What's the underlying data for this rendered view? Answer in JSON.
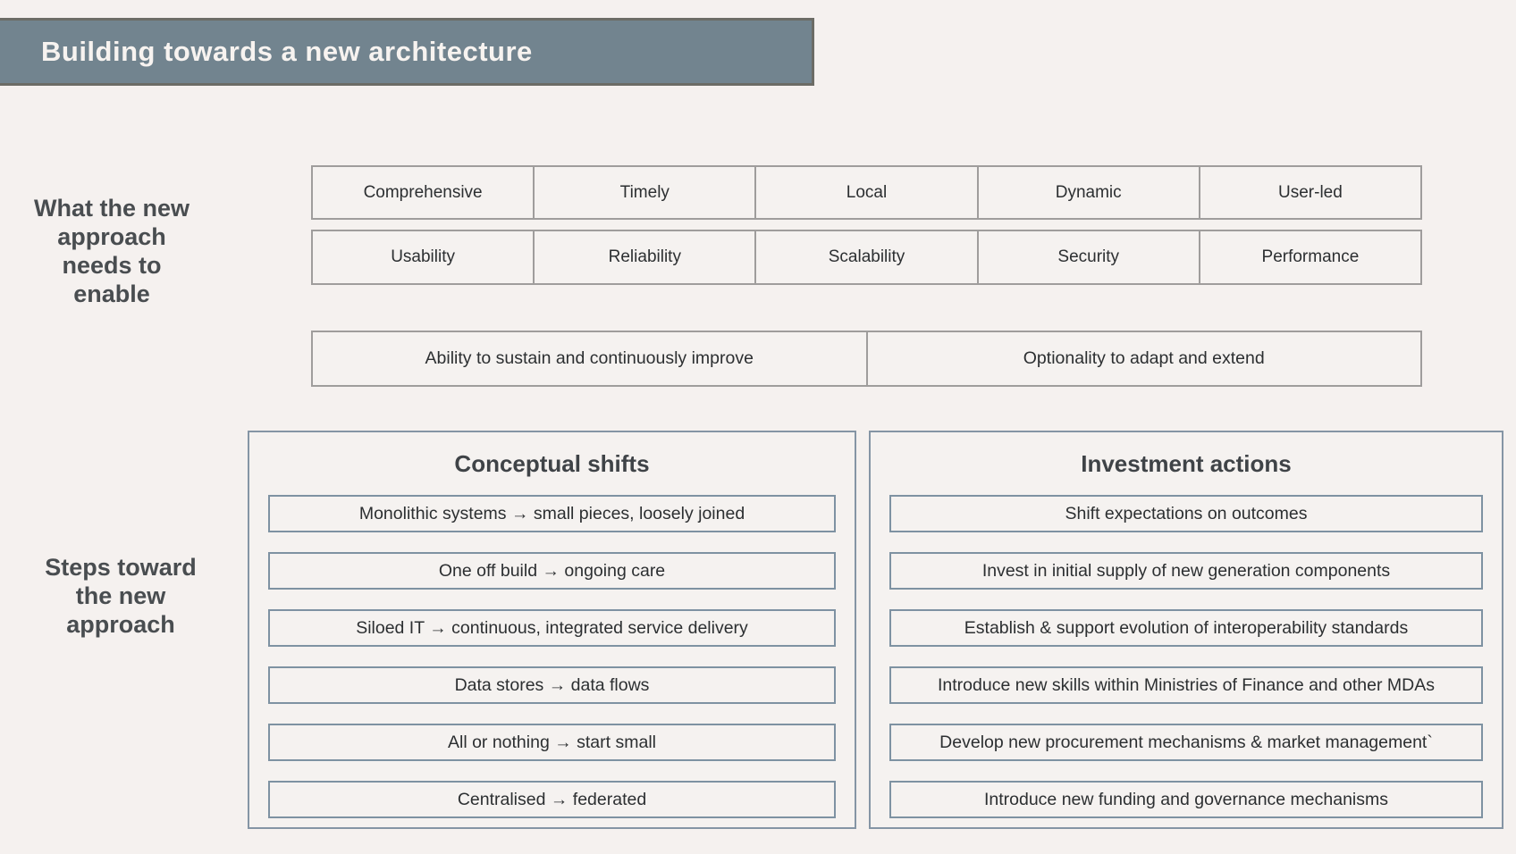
{
  "title": "Building towards a new architecture",
  "sections": {
    "enable_label": "What the new\napproach\nneeds to\nenable",
    "steps_label": "Steps toward\nthe new\napproach"
  },
  "capabilities": {
    "row1": [
      "Comprehensive",
      "Timely",
      "Local",
      "Dynamic",
      "User-led"
    ],
    "row2": [
      "Usability",
      "Reliability",
      "Scalability",
      "Security",
      "Performance"
    ],
    "row3": [
      "Ability to sustain and continuously improve",
      "Optionality to adapt and extend"
    ]
  },
  "panels": {
    "conceptual": {
      "title": "Conceptual shifts",
      "items": [
        "Monolithic systems → small pieces, loosely joined",
        "One off build → ongoing care",
        "Siloed IT → continuous, integrated service delivery",
        "Data stores → data flows",
        "All or nothing → start small",
        "Centralised → federated"
      ]
    },
    "investment": {
      "title": "Investment actions",
      "items": [
        "Shift expectations on outcomes",
        "Invest in initial supply of new generation components",
        "Establish & support evolution of interoperability standards",
        "Introduce new skills within Ministries of Finance and other MDAs",
        "Develop new procurement mechanisms & market management`",
        "Introduce new funding and governance mechanisms"
      ]
    }
  },
  "colors": {
    "background": "#f5f1ef",
    "title_bar": "#72848f",
    "title_bar_border": "#6c6c66",
    "cell_border": "#9f9d9c",
    "panel_border": "#8595a5",
    "item_border": "#7e92a2",
    "text_dark": "#2c2f31",
    "label_text": "#494d50"
  }
}
